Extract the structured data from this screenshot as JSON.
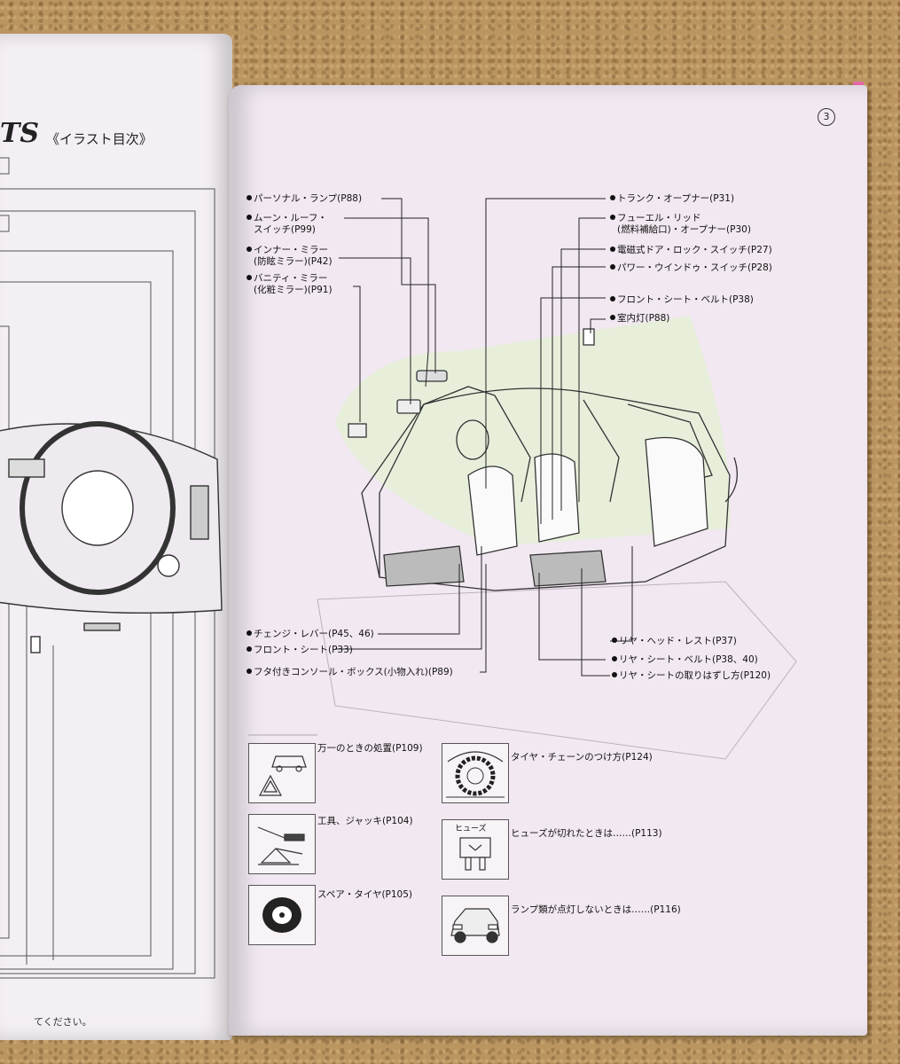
{
  "left_page": {
    "title": "TS",
    "subtitle": "《イラスト目次》",
    "footer": "てください。"
  },
  "right_page": {
    "page_number": "3",
    "labels_left": [
      {
        "text": "パーソナル・ランプ(P88)"
      },
      {
        "text": "ムーン・ルーフ・",
        "text2": "スイッチ(P99)"
      },
      {
        "text": "インナー・ミラー",
        "text2": "(防眩ミラー)(P42)"
      },
      {
        "text": "バニティ・ミラー",
        "text2": "(化粧ミラー)(P91)"
      }
    ],
    "labels_right": [
      {
        "text": "トランク・オープナー(P31)"
      },
      {
        "text": "フューエル・リッド",
        "text2": "(燃料補給口)・オープナー(P30)"
      },
      {
        "text": "電磁式ドア・ロック・スイッチ(P27)"
      },
      {
        "text": "パワー・ウインドゥ・スイッチ(P28)"
      },
      {
        "text": "フロント・シート・ベルト(P38)"
      },
      {
        "text": "室内灯(P88)"
      }
    ],
    "labels_bottom_left": [
      {
        "text": "チェンジ・レバー(P45、46)"
      },
      {
        "text": "フロント・シート(P33)"
      },
      {
        "text": "フタ付きコンソール・ボックス(小物入れ)(P89)"
      }
    ],
    "labels_bottom_right": [
      {
        "text": "リヤ・ヘッド・レスト(P37)"
      },
      {
        "text": "リヤ・シート・ベルト(P38、40)"
      },
      {
        "text": "リヤ・シートの取りはずし方(P120)"
      }
    ],
    "quick_refs": [
      {
        "text": "万一のときの処置(P109)",
        "icon": "warning-triangle-icon"
      },
      {
        "text": "工具、ジャッキ(P104)",
        "icon": "jack-tools-icon"
      },
      {
        "text": "スペア・タイヤ(P105)",
        "icon": "spare-tire-icon"
      },
      {
        "text": "タイヤ・チェーンのつけ方(P124)",
        "icon": "tire-chain-icon"
      },
      {
        "text": "ヒューズが切れたときは……(P113)",
        "icon": "fuse-icon",
        "inner_label": "ヒューズ"
      },
      {
        "text": "ランプ類が点灯しないときは……(P116)",
        "icon": "car-lamp-icon"
      }
    ]
  }
}
